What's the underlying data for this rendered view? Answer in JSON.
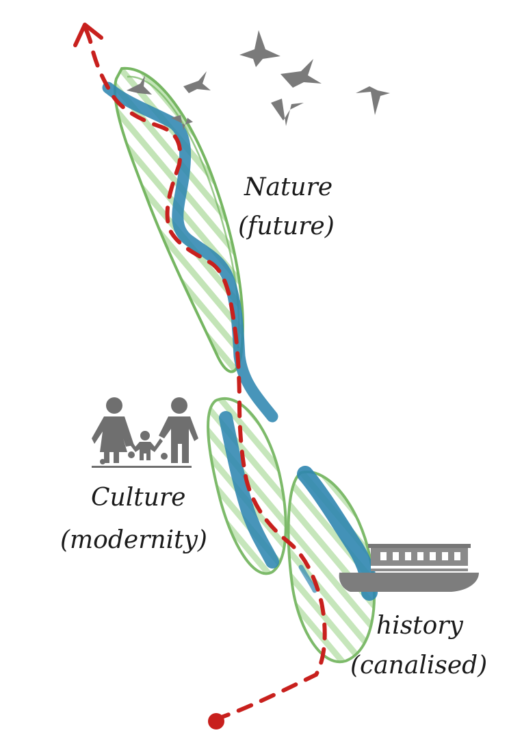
{
  "labels": {
    "nature_line1": "Nature",
    "nature_line2": "(future)",
    "culture_line1": "Culture",
    "culture_line2": "(modernity)",
    "history_line1": "history",
    "history_line2": "(canalised)"
  },
  "icons": {
    "birds": "bird-flock-icon",
    "family": "family-icon",
    "narrowboat": "narrowboat-icon",
    "start": "start-dot-icon",
    "arrow": "arrowhead-icon"
  },
  "colors": {
    "river": "#2f86b0",
    "zone_outline": "#6fb35a",
    "zone_hatch": "#8ccc74",
    "path": "#c8201d",
    "silhouette": "#7a7a7a",
    "text": "#1a1a1a"
  }
}
